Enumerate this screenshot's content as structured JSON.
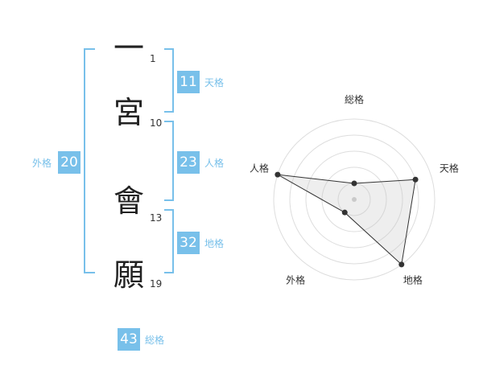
{
  "name": {
    "chars": [
      {
        "char": "一",
        "strokes": 1
      },
      {
        "char": "宮",
        "strokes": 10
      },
      {
        "char": "會",
        "strokes": 13
      },
      {
        "char": "願",
        "strokes": 19
      }
    ]
  },
  "kaku": {
    "tenkaku": {
      "value": 11,
      "label": "天格"
    },
    "jinkaku": {
      "value": 23,
      "label": "人格"
    },
    "chikaku": {
      "value": 32,
      "label": "地格"
    },
    "gaikaku": {
      "value": 20,
      "label": "外格"
    },
    "soukaku": {
      "value": 43,
      "label": "総格"
    }
  },
  "colors": {
    "accent": "#78c0ea",
    "text": "#222222"
  },
  "chart_data": {
    "type": "radar",
    "axes": [
      "総格",
      "天格",
      "地格",
      "外格",
      "人格"
    ],
    "scale_max": 5,
    "rings": 5,
    "values": [
      1,
      4,
      5,
      1,
      5
    ]
  }
}
